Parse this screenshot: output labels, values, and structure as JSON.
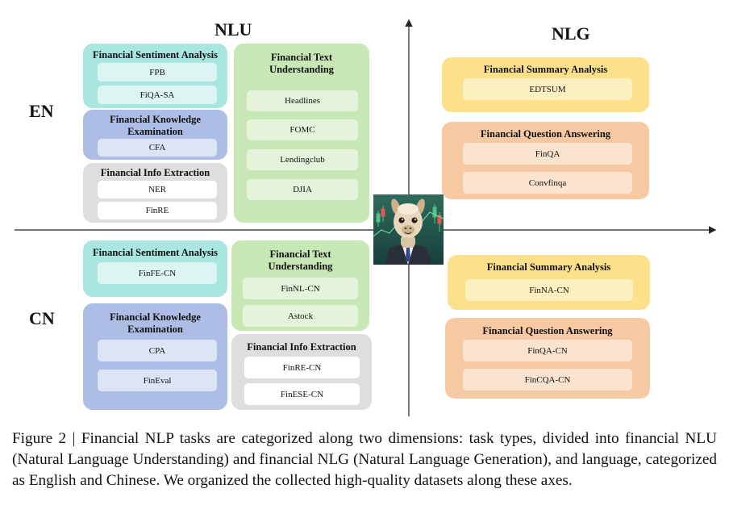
{
  "axes": {
    "nlu": "NLU",
    "nlg": "NLG",
    "en": "EN",
    "cn": "CN"
  },
  "en": {
    "sentiment": {
      "title": "Financial Sentiment Analysis",
      "items": [
        "FPB",
        "FiQA-SA"
      ]
    },
    "knowledge": {
      "title": "Financial Knowledge Examination",
      "items": [
        "CFA"
      ]
    },
    "extraction": {
      "title": "Financial Info Extraction",
      "items": [
        "NER",
        "FinRE"
      ]
    },
    "text": {
      "title": "Financial Text Understanding",
      "items": [
        "Headlines",
        "FOMC",
        "Lendingclub",
        "DJIA"
      ]
    },
    "summary": {
      "title": "Financial Summary Analysis",
      "items": [
        "EDTSUM"
      ]
    },
    "qa": {
      "title": "Financial Question Answering",
      "items": [
        "FinQA",
        "Convfinqa"
      ]
    }
  },
  "cn": {
    "sentiment": {
      "title": "Financial Sentiment Analysis",
      "items": [
        "FinFE-CN"
      ]
    },
    "knowledge": {
      "title": "Financial Knowledge Examination",
      "items": [
        "CPA",
        "FinEval"
      ]
    },
    "extraction": {
      "title": "Financial Info Extraction",
      "items": [
        "FinRE-CN",
        "FinESE-CN"
      ]
    },
    "text": {
      "title": "Financial Text Understanding",
      "items": [
        "FinNL-CN",
        "Astock"
      ]
    },
    "summary": {
      "title": "Financial Summary Analysis",
      "items": [
        "FinNA-CN"
      ]
    },
    "qa": {
      "title": "Financial Question Answering",
      "items": [
        "FinQA-CN",
        "FinCQA-CN"
      ]
    }
  },
  "colors": {
    "teal": "#a9e6e0",
    "blue": "#aebde6",
    "gray": "#dedede",
    "green": "#c7e7b4",
    "yellow": "#fde08a",
    "orange": "#f7c9a2"
  },
  "center_image": "llama-in-suit-icon",
  "caption": "Figure 2 | Financial NLP tasks are categorized along two dimensions: task types, divided into financial NLU (Natural Language Understanding) and financial NLG (Natural Language Generation), and language, categorized as English and Chinese. We organized the collected high-quality datasets along these axes."
}
